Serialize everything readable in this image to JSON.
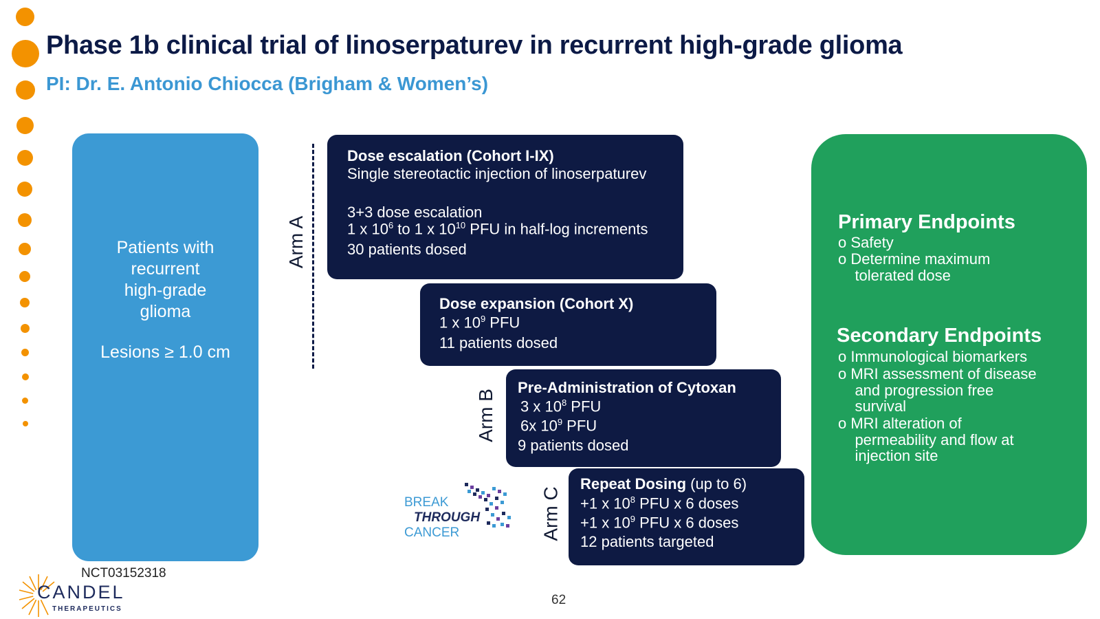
{
  "slide": {
    "title": "Phase 1b clinical trial of linoserpaturev in recurrent high-grade glioma",
    "subtitle": "PI: Dr. E. Antonio Chiocca (Brigham & Women’s)",
    "trial_id": "NCT03152318",
    "page_number": "62"
  },
  "patients": {
    "lines": [
      "Patients with",
      "recurrent",
      "high-grade",
      "glioma"
    ],
    "lesions": "Lesions ≥ 1.0 cm"
  },
  "arms": {
    "a": "Arm A",
    "b": "Arm B",
    "c": "Arm C"
  },
  "cohorts": {
    "escalation": {
      "heading": "Dose escalation (Cohort I-IX)",
      "desc": "Single stereotactic injection of linoserpaturev",
      "scheme": "3+3 dose escalation",
      "dose_base1": "1 x 10",
      "dose_exp1": "6",
      "dose_mid": " to 1 x 10",
      "dose_exp2": "10",
      "dose_tail": " PFU in half-log increments",
      "dosed": "30 patients dosed"
    },
    "expansion": {
      "heading": "Dose expansion (Cohort X)",
      "dose_base": "1 x 10",
      "dose_exp": "9",
      "dose_tail": " PFU",
      "dosed": "11 patients dosed"
    },
    "cytoxan": {
      "heading": "Pre-Administration of Cytoxan",
      "dose1_base": "3 x 10",
      "dose1_exp": "8",
      "dose1_tail": " PFU",
      "dose2_base": "6x 10",
      "dose2_exp": "9",
      "dose2_tail": " PFU",
      "dosed": "9 patients dosed"
    },
    "repeat": {
      "heading": "Repeat Dosing",
      "heading_note": " (up to 6)",
      "dose1_base": "+1 x 10",
      "dose1_exp": "8",
      "dose1_tail": " PFU x 6 doses",
      "dose2_base": "+1 x 10",
      "dose2_exp": "9",
      "dose2_tail": " PFU  x 6 doses",
      "targeted": "12 patients targeted"
    }
  },
  "endpoints": {
    "primary_heading": "Primary Endpoints",
    "primary_items": [
      "o  Safety",
      "o  Determine maximum",
      "    tolerated dose"
    ],
    "secondary_heading": "Secondary Endpoints",
    "secondary_items": [
      "o  Immunological biomarkers",
      "o  MRI assessment of disease",
      "    and progression free",
      "    survival",
      "o  MRI alteration of",
      "    permeability and flow at",
      "    injection site"
    ]
  },
  "logos": {
    "candel_name": "CANDEL",
    "candel_sub": "THERAPEUTICS",
    "btc_line1": "BREAK",
    "btc_line2": "THROUGH",
    "btc_line3": "CANCER"
  },
  "colors": {
    "accent_orange": "#f39200",
    "navy": "#0e1a43",
    "blue": "#3c9ad4",
    "green": "#20a05c"
  }
}
